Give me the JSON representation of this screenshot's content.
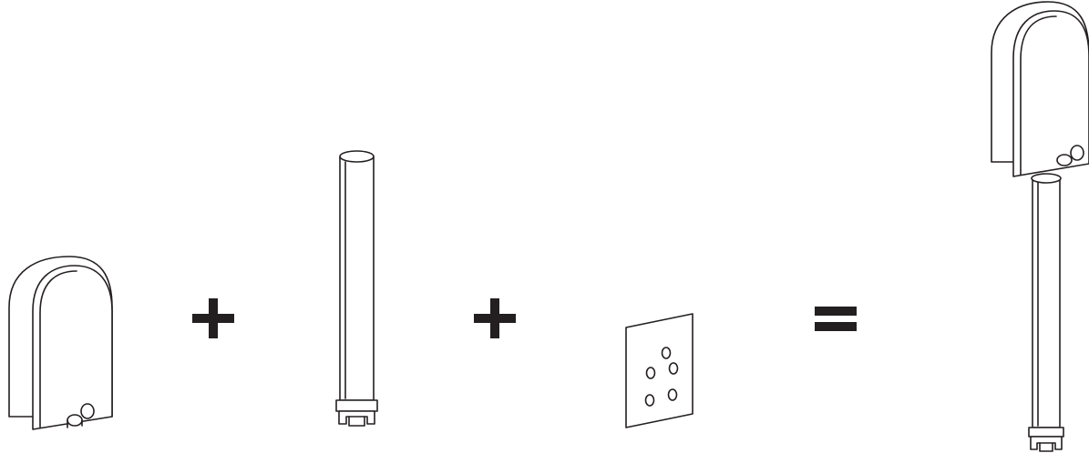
{
  "diagram": {
    "parts": [
      {
        "id": "housing",
        "icon": "housing-cover-icon"
      },
      {
        "id": "pole",
        "icon": "mounting-pole-icon"
      },
      {
        "id": "plate",
        "icon": "hole-plate-icon"
      }
    ],
    "result": {
      "icon": "assembled-post-icon"
    },
    "operators": [
      "plus",
      "plus",
      "equals"
    ],
    "ink_color": "#231f20",
    "background_color": "#ffffff"
  }
}
